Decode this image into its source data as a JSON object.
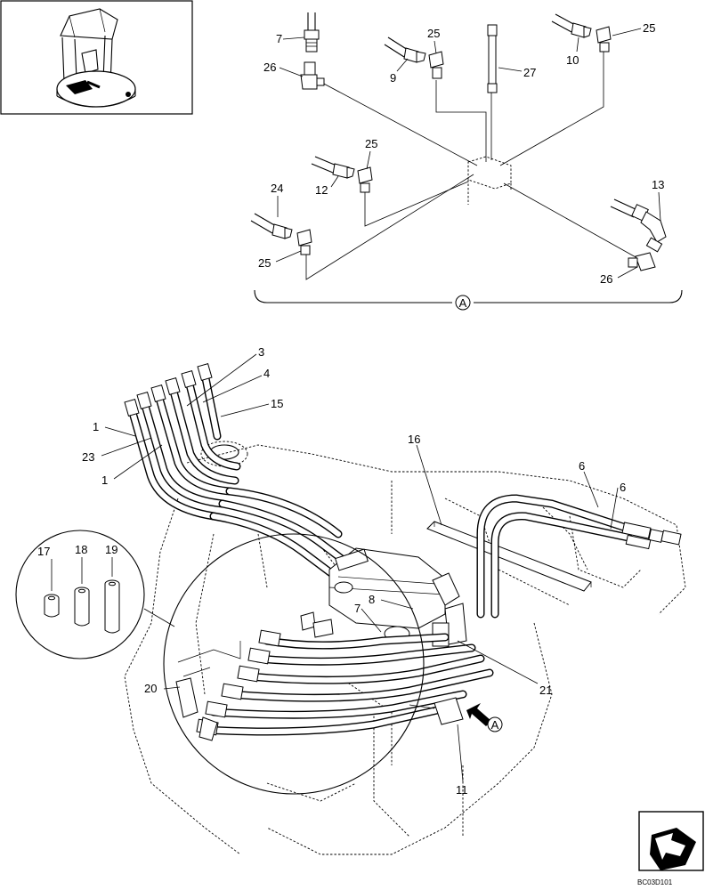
{
  "callouts": {
    "item_1a": "1",
    "item_1b": "1",
    "item_3": "3",
    "item_4": "4",
    "item_6a": "6",
    "item_6b": "6",
    "item_7a": "7",
    "item_7b": "7",
    "item_8": "8",
    "item_9": "9",
    "item_10": "10",
    "item_11": "11",
    "item_12": "12",
    "item_13": "13",
    "item_15": "15",
    "item_16": "16",
    "item_17": "17",
    "item_18": "18",
    "item_19": "19",
    "item_20": "20",
    "item_21": "21",
    "item_23": "23",
    "item_24": "24",
    "item_25a": "25",
    "item_25b": "25",
    "item_25c": "25",
    "item_25d": "25",
    "item_26a": "26",
    "item_26b": "26",
    "item_27": "27"
  },
  "view_marker": {
    "detail_letter": "A",
    "arrow_letter": "A"
  },
  "reference_code": "BC03D101",
  "icons": {
    "thumbnail": "excavator-location-icon",
    "navigation": "next-page-arrow-icon"
  }
}
